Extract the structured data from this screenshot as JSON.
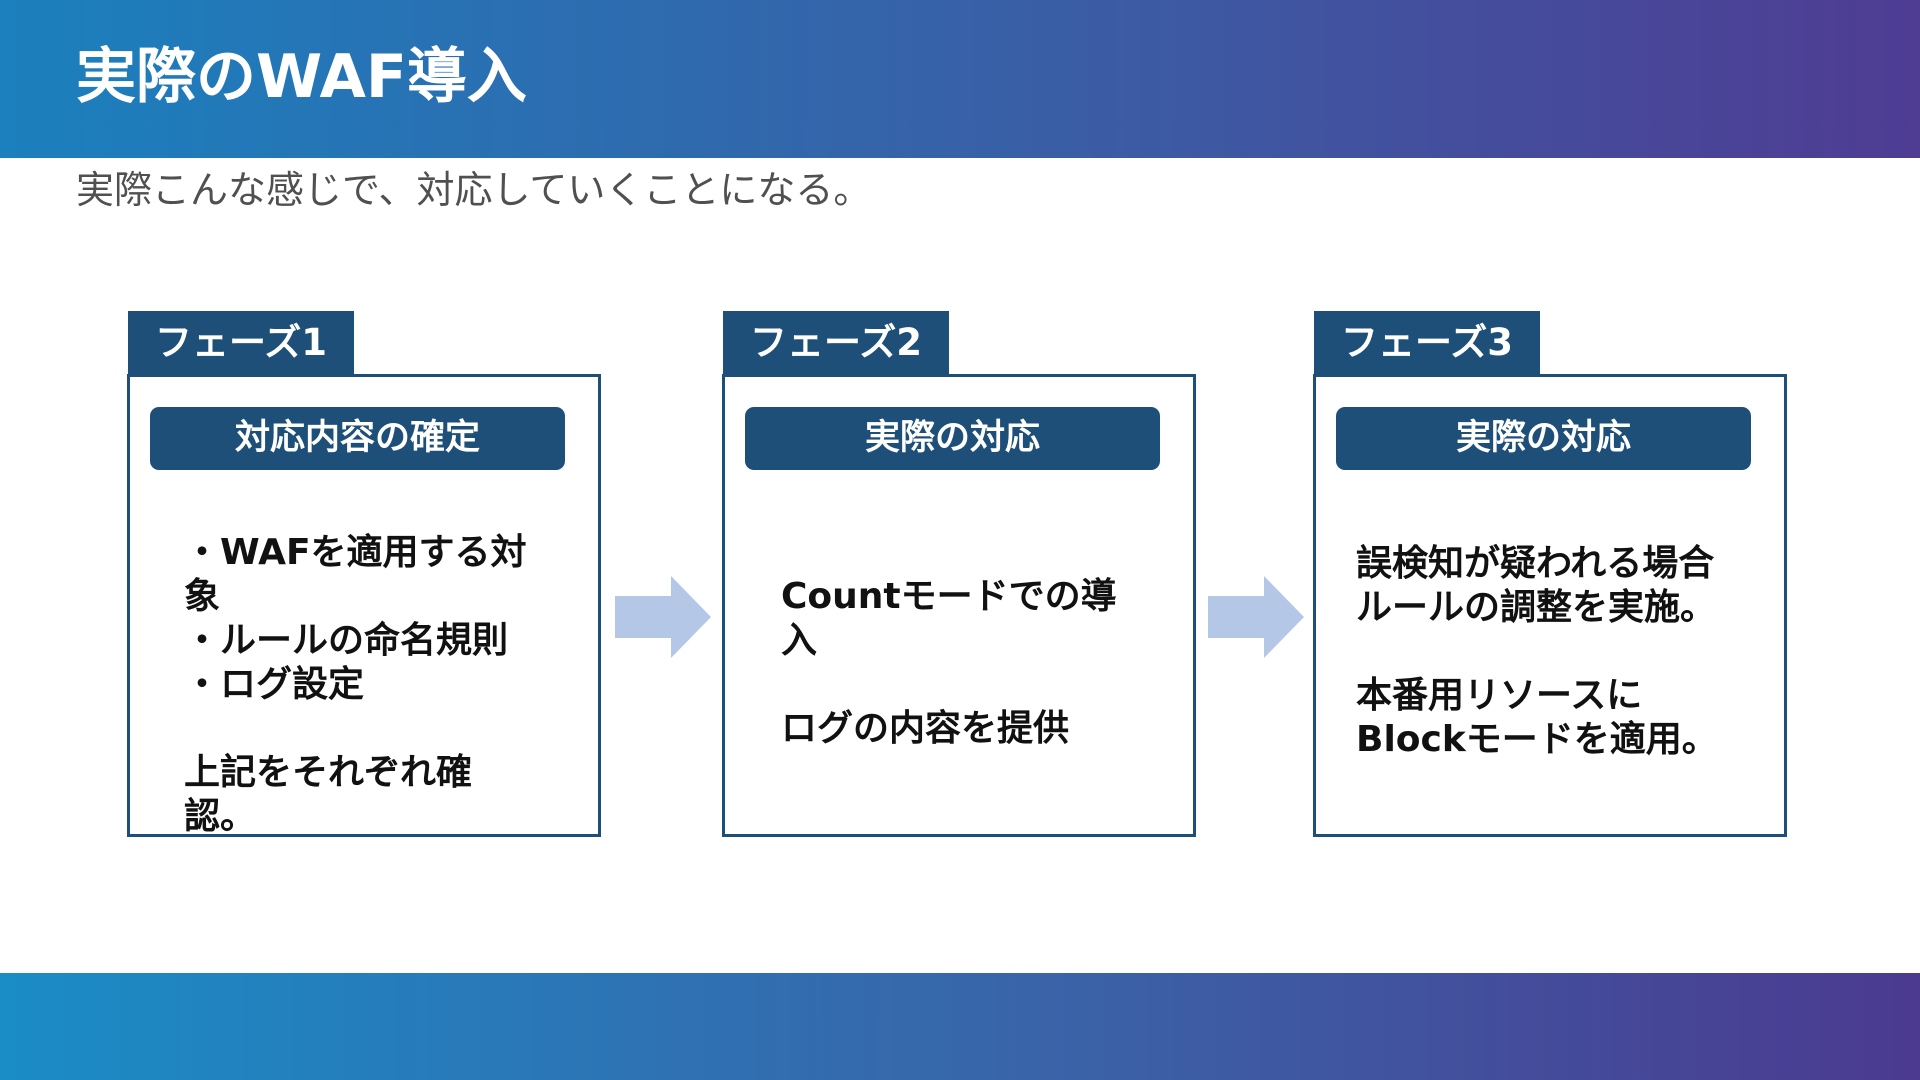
{
  "slide": {
    "title": "実際のWAF導入",
    "subtitle": "実際こんな感じで、対応していくことになる。"
  },
  "phases": [
    {
      "tab": "フェーズ1",
      "header": "対応内容の確定",
      "body": "・WAFを適用する対\n象\n・ルールの命名規則\n・ログ設定\n\n上記をそれぞれ確\n認。"
    },
    {
      "tab": "フェーズ2",
      "header": "実際の対応",
      "body": "Countモードでの導\n入\n\nログの内容を提供"
    },
    {
      "tab": "フェーズ3",
      "header": "実際の対応",
      "body": "誤検知が疑われる場合\nルールの調整を実施。\n\n本番用リソースに\nBlockモードを適用。"
    }
  ],
  "colors": {
    "accent": "#1d4f79",
    "arrow": "#b4c7e7",
    "header_gradient_start": "#1b80bd",
    "header_gradient_end": "#4f3c93"
  },
  "icons": {
    "arrow_1": "arrow-right-icon",
    "arrow_2": "arrow-right-icon"
  }
}
